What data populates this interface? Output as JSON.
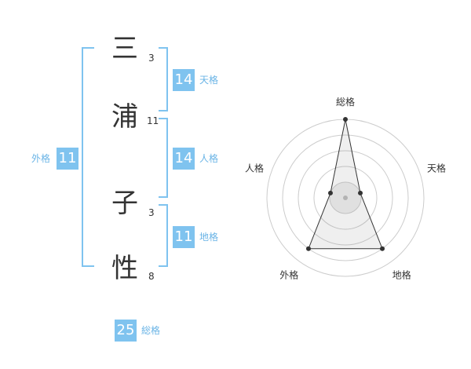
{
  "name_chars": [
    {
      "char": "三",
      "strokes": "3"
    },
    {
      "char": "浦",
      "strokes": "11"
    },
    {
      "char": "子",
      "strokes": "3"
    },
    {
      "char": "性",
      "strokes": "8"
    }
  ],
  "kaku": {
    "tenkaku": {
      "value": "14",
      "label": "天格"
    },
    "jinkaku": {
      "value": "14",
      "label": "人格"
    },
    "chikaku": {
      "value": "11",
      "label": "地格"
    },
    "gaikaku": {
      "value": "11",
      "label": "外格"
    },
    "soukaku": {
      "value": "25",
      "label": "総格"
    }
  },
  "colors": {
    "accent": "#7fc3ef",
    "label": "#6ab4e6",
    "text": "#333333"
  },
  "chart_data": {
    "type": "radar",
    "axes": [
      "総格",
      "天格",
      "地格",
      "外格",
      "人格"
    ],
    "values": [
      5,
      1,
      4,
      4,
      1
    ],
    "max": 5
  }
}
